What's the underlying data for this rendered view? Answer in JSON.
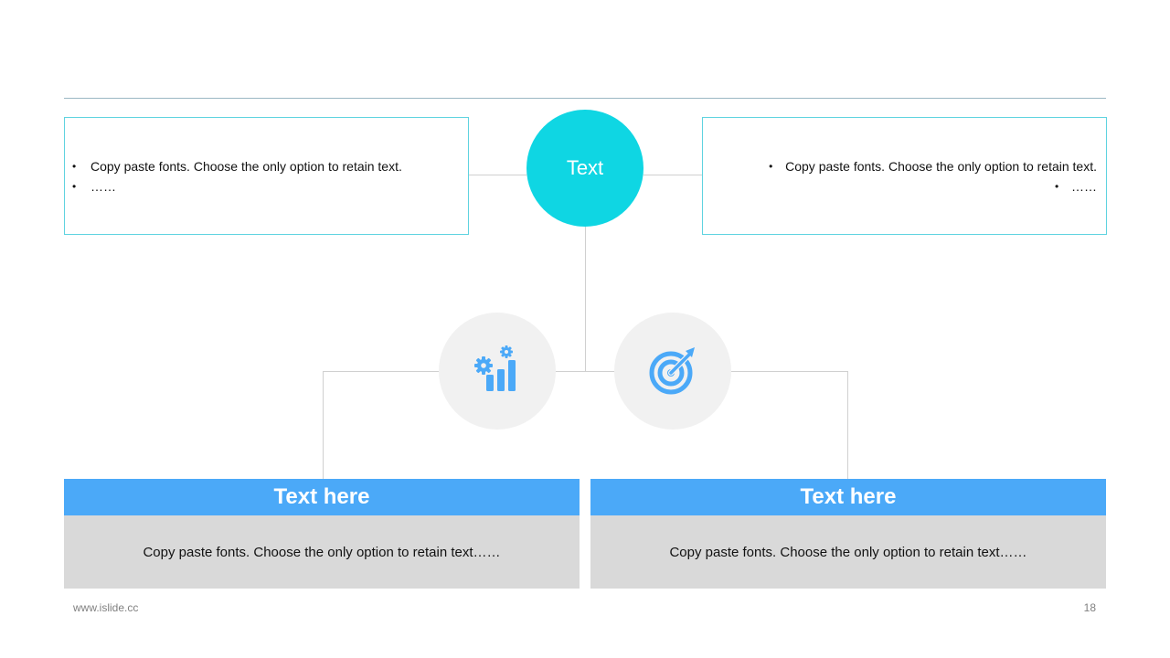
{
  "hub": {
    "label": "Text"
  },
  "left_box": {
    "bullets": [
      "Copy paste fonts. Choose the only option to retain text.",
      "……"
    ]
  },
  "right_box": {
    "bullets": [
      "Copy paste fonts. Choose the only option to retain text.",
      "……"
    ]
  },
  "icons": [
    {
      "name": "gear-bar-chart-icon",
      "color": "#4ba9f8"
    },
    {
      "name": "target-arrow-icon",
      "color": "#4ba9f8"
    }
  ],
  "cards": [
    {
      "title": "Text here",
      "body": "Copy paste fonts. Choose the only option to retain text……"
    },
    {
      "title": "Text here",
      "body": "Copy paste fonts. Choose the only option to retain text……"
    }
  ],
  "footer": {
    "url": "www.islide.cc",
    "page_number": "18"
  },
  "colors": {
    "hub": "#0fd6e3",
    "box_border": "#5fd3e0",
    "card_header": "#4ba9f8",
    "card_body": "#d9d9d9",
    "icon_circle": "#f1f1f1",
    "connector": "#d0d0d0"
  }
}
